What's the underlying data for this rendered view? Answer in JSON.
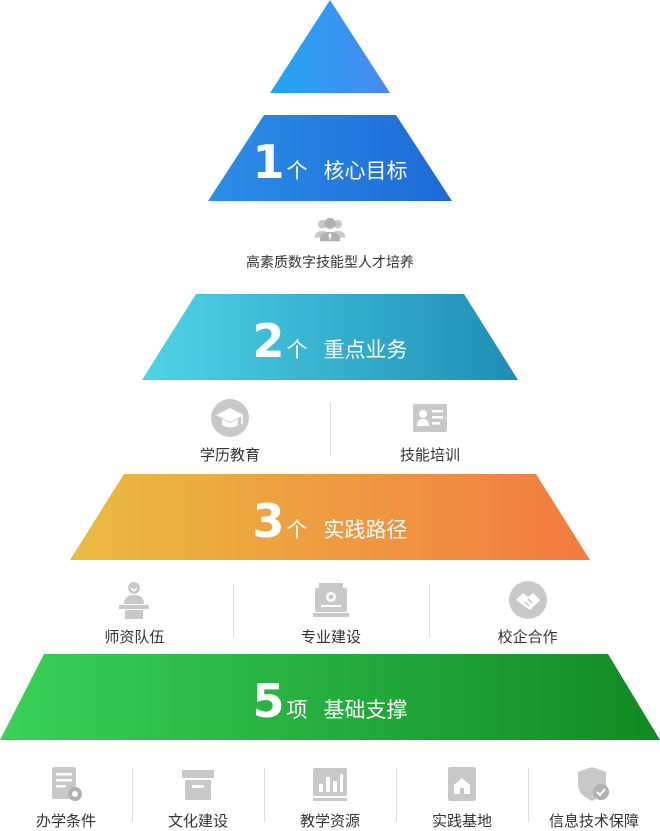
{
  "apex": {
    "color_start": "#21A6F3",
    "color_end": "#4A88F0"
  },
  "tiers": [
    {
      "number": "1",
      "unit": "个",
      "name": "核心目标",
      "color_start": "#2A8FE6",
      "color_end": "#1E6AD6"
    },
    {
      "number": "2",
      "unit": "个",
      "name": "重点业务",
      "color_start": "#4FD3E6",
      "color_end": "#1E8EB6"
    },
    {
      "number": "3",
      "unit": "个",
      "name": "实践路径",
      "color_start": "#E9BC40",
      "color_end": "#F37A40"
    },
    {
      "number": "5",
      "unit": "项",
      "name": "基础支撑",
      "color_start": "#3AD15A",
      "color_end": "#108A22"
    }
  ],
  "goal": {
    "icon": "people-group-icon",
    "label": "高素质数字技能型人才培养"
  },
  "business": [
    {
      "icon": "graduation-cap-icon",
      "label": "学历教育"
    },
    {
      "icon": "id-card-icon",
      "label": "技能培训"
    }
  ],
  "paths": [
    {
      "icon": "teacher-podium-icon",
      "label": "师资队伍"
    },
    {
      "icon": "certificate-icon",
      "label": "专业建设"
    },
    {
      "icon": "handshake-icon",
      "label": "校企合作"
    }
  ],
  "foundations": [
    {
      "icon": "document-stamp-icon",
      "label": "办学条件"
    },
    {
      "icon": "archive-box-icon",
      "label": "文化建设"
    },
    {
      "icon": "bar-chart-icon",
      "label": "教学资源"
    },
    {
      "icon": "house-icon",
      "label": "实践基地"
    },
    {
      "icon": "shield-check-icon",
      "label": "信息技术保障"
    }
  ]
}
